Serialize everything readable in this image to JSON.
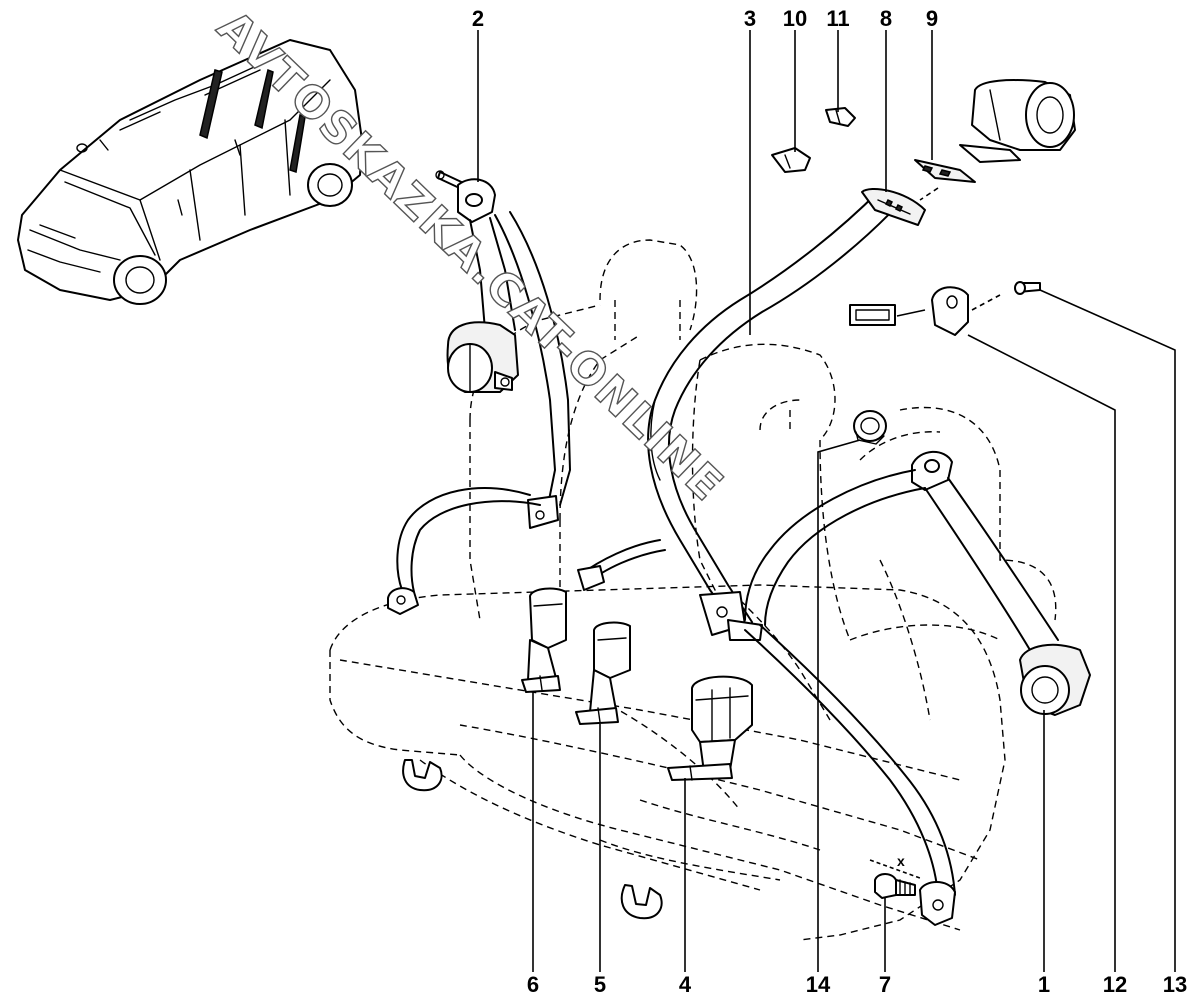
{
  "watermark": "AVTOSKAZKA.CAT-ONLINE",
  "callouts": [
    {
      "id": "c1",
      "label": "1"
    },
    {
      "id": "c2",
      "label": "2"
    },
    {
      "id": "c3",
      "label": "3"
    },
    {
      "id": "c4",
      "label": "4"
    },
    {
      "id": "c5",
      "label": "5"
    },
    {
      "id": "c6",
      "label": "6"
    },
    {
      "id": "c7",
      "label": "7"
    },
    {
      "id": "c8",
      "label": "8"
    },
    {
      "id": "c9",
      "label": "9"
    },
    {
      "id": "c10",
      "label": "10"
    },
    {
      "id": "c11",
      "label": "11"
    },
    {
      "id": "c12",
      "label": "12"
    },
    {
      "id": "c13",
      "label": "13"
    },
    {
      "id": "c14",
      "label": "14"
    }
  ],
  "dimension_label": "x"
}
